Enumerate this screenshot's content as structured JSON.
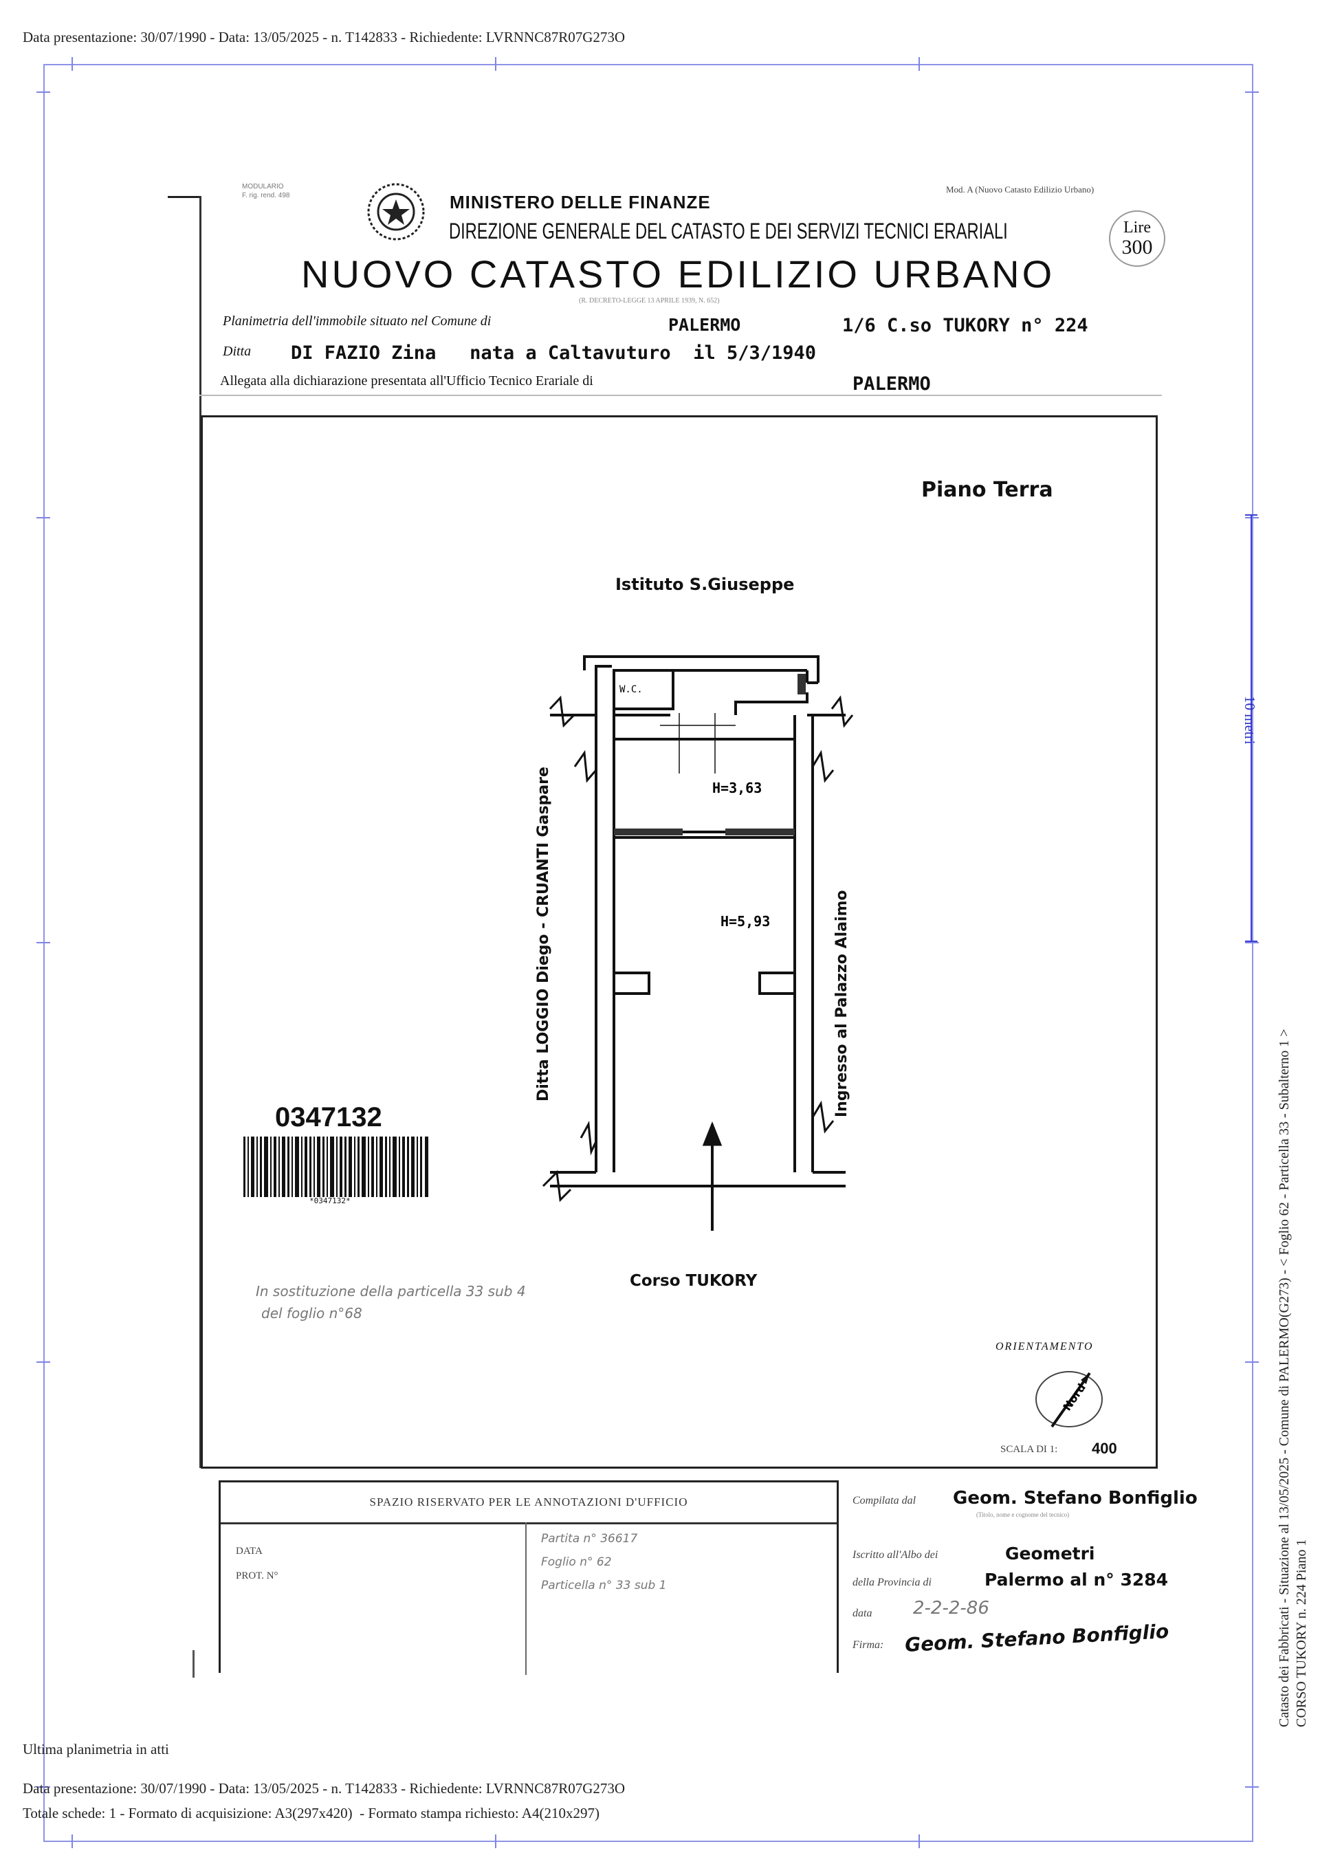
{
  "header": {
    "top_line": "Data presentazione: 30/07/1990 - Data: 13/05/2025 - n. T142833 - Richiedente: LVRNNC87R07G273O"
  },
  "form": {
    "model_code_line1": "MODULARIO",
    "model_code_line2": "F. rig. rend. 498",
    "corner_note": "Mod. A (Nuovo Catasto Edilizio Urbano)",
    "ministry": "MINISTERO DELLE FINANZE",
    "direction": "DIREZIONE GENERALE DEL CATASTO E DEI SERVIZI TECNICI ERARIALI",
    "title": "NUOVO CATASTO EDILIZIO URBANO",
    "law_ref": "(R. DECRETO-LEGGE 13 APRILE 1939, N. 652)",
    "stamp_label": "Lire",
    "stamp_value": "300",
    "row1_label": "Planimetria dell'immobile situato nel Comune di",
    "row1_comune": "PALERMO",
    "row1_address": "1/6 C.so TUKORY n° 224",
    "row2_label": "Ditta",
    "row2_value": "DI FAZIO Zina   nata a Caltavuturo  il 5/3/1940",
    "row3_label": "Allegata alla dichiarazione presentata all'Ufficio Tecnico Erariale di",
    "row3_value": "PALERMO"
  },
  "plan": {
    "floor": "Piano Terra",
    "north_neighbor": "Istituto S.Giuseppe",
    "west_neighbor": "Ditta LOGGIO Diego - CRUANTI Gaspare",
    "east_neighbor": "Ingresso al Palazzo Alaimo",
    "street": "Corso TUKORY",
    "room_wc": "W.C.",
    "height_1": "H=3,63",
    "height_2": "H=5,93",
    "barcode_number": "0347132",
    "barcode_small": "*0347132*",
    "note_line1": "In sostituzione della particella 33 sub 4",
    "note_line2": "del foglio n°68",
    "orientation_label": "ORIENTAMENTO",
    "compass": "Nord",
    "scale_label": "SCALA DI 1:",
    "scale_value": "400"
  },
  "office_box": {
    "title": "SPAZIO RISERVATO PER LE ANNOTAZIONI D'UFFICIO",
    "data_label": "DATA",
    "prot_label": "PROT. N°",
    "ann_line1": "Partita n° 36617",
    "ann_line2": "Foglio n° 62",
    "ann_line3": "Particella n° 33 sub 1"
  },
  "signature": {
    "compiled_label": "Compilata dal",
    "compiled_value": "Geom. Stefano Bonfiglio",
    "compiled_sub": "(Titolo, nome e cognome del tecnico)",
    "registered_label": "Iscritto all'Albo dei",
    "registered_value": "Geometri",
    "province_label": "della Provincia di",
    "province_value": "Palermo al n° 3284",
    "date_label": "data",
    "date_value": "2-2-2-86",
    "firm_label": "Firma:",
    "firm_value": "Geom. Stefano Bonfiglio"
  },
  "side": {
    "scale_bar_label": "10 metri",
    "line1": "Catasto dei Fabbricati - Situazione al 13/05/2025 - Comune di PALERMO(G273) - < Foglio 62 - Particella  33 - Subalterno 1 >",
    "line2": "CORSO TUKORY n. 224 Piano 1"
  },
  "footer": {
    "last_plan": "Ultima planimetria in atti",
    "line1": "Data presentazione: 30/07/1990 - Data: 13/05/2025 - n. T142833 - Richiedente: LVRNNC87R07G273O",
    "line2": "Totale schede: 1 - Formato di acquisizione: A3(297x420)  - Formato stampa richiesto: A4(210x297)"
  }
}
